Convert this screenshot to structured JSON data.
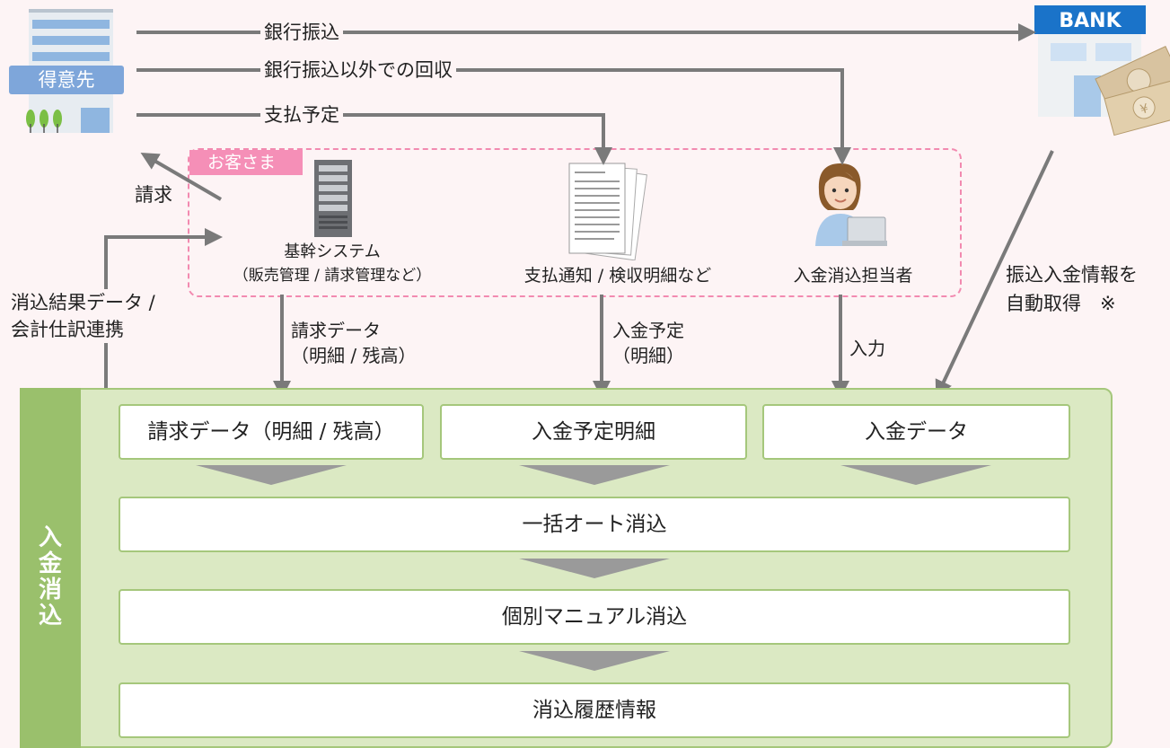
{
  "customer": {
    "label": "得意先"
  },
  "bank": {
    "sign": "BANK"
  },
  "flows": {
    "bank_transfer": "銀行振込",
    "non_bank_collection": "銀行振込以外での回収",
    "payment_schedule": "支払予定",
    "billing": "請求",
    "reconciliation_result": [
      "消込結果データ /",
      "会計仕訳連携"
    ],
    "auto_fetch": [
      "振込入金情報を",
      "自動取得　※"
    ],
    "billing_data_flow": [
      "請求データ",
      "（明細 / 残高）"
    ],
    "scheduled_payment_flow": [
      "入金予定",
      "（明細）"
    ],
    "input": "入力"
  },
  "client_area": {
    "tag": "お客さま",
    "core_system": {
      "title": "基幹システム",
      "subtitle": "（販売管理 / 請求管理など）"
    },
    "documents": {
      "label": "支払通知 / 検収明細など"
    },
    "staff": {
      "label": "入金消込担当者"
    }
  },
  "reconciliation": {
    "side_label": [
      "入",
      "金",
      "消",
      "込"
    ],
    "inputs": [
      "請求データ（明細 / 残高）",
      "入金予定明細",
      "入金データ"
    ],
    "steps": [
      "一括オート消込",
      "個別マニュアル消込",
      "消込履歴情報"
    ]
  },
  "colors": {
    "pink": "#f58fb7",
    "green": "#9ac06c",
    "greenLight": "#dbe9c3",
    "arrow": "#7a7a7a",
    "blue": "#7ea6da"
  }
}
